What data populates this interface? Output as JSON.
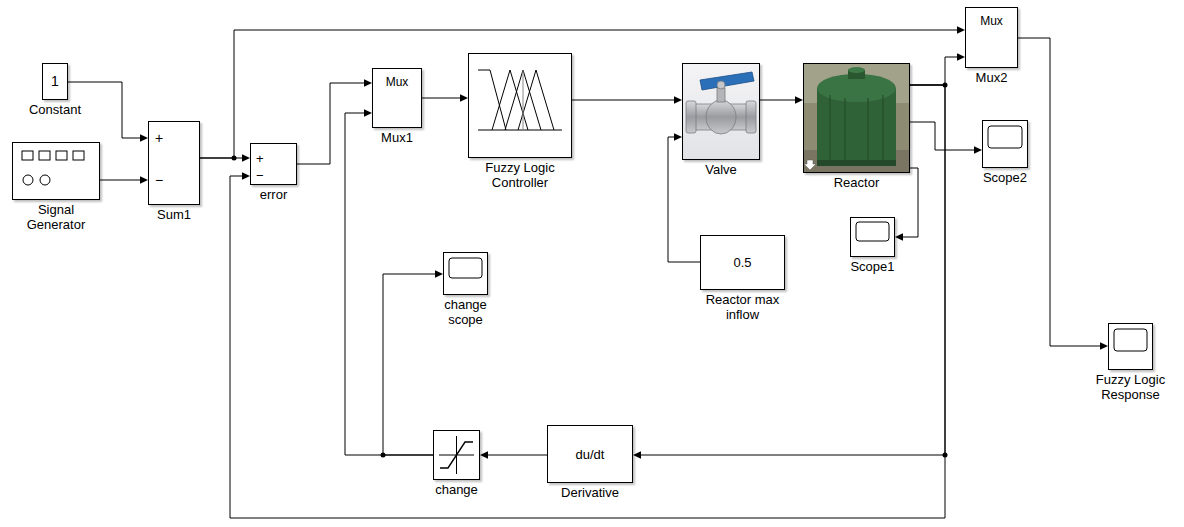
{
  "diagram": {
    "nodes": [
      {
        "text": [
          "1",
          "Constant"
        ]
      },
      {
        "text": [
          "Signal Generator"
        ]
      },
      {
        "text": [
          "+",
          "−",
          "Sum1"
        ]
      },
      {
        "text": [
          "+",
          "−",
          "error"
        ]
      },
      {
        "text": [
          "Mux",
          "Mux1"
        ]
      },
      {
        "text": [
          "Fuzzy Logic Controller"
        ]
      },
      {
        "text": [
          "Valve"
        ]
      },
      {
        "text": [
          "Reactor"
        ]
      },
      {
        "text": [
          "Mux",
          "Mux2"
        ]
      },
      {
        "text": [
          "Scope2"
        ]
      },
      {
        "text": [
          "Scope1"
        ]
      },
      {
        "text": [
          "0.5",
          "Reactor max inflow"
        ]
      },
      {
        "text": [
          "change scope"
        ]
      },
      {
        "text": [
          "change"
        ]
      },
      {
        "text": [
          "du/dt",
          "Derivative"
        ]
      },
      {
        "text": [
          "Fuzzy Logic Response"
        ]
      }
    ],
    "edges": [
      {
        "from": 0,
        "to": 2,
        "arrow": "to"
      },
      {
        "from": 1,
        "to": 2,
        "arrow": "to"
      },
      {
        "from": 2,
        "to": 3,
        "arrow": "to"
      },
      {
        "from": 2,
        "to": 8,
        "arrow": "to"
      },
      {
        "from": 3,
        "to": 4,
        "arrow": "to"
      },
      {
        "from": 4,
        "to": 5,
        "arrow": "to"
      },
      {
        "from": 5,
        "to": 6,
        "arrow": "to"
      },
      {
        "from": 11,
        "to": 6,
        "arrow": "to"
      },
      {
        "from": 6,
        "to": 7,
        "arrow": "to"
      },
      {
        "from": 7,
        "to": 8,
        "arrow": "to"
      },
      {
        "from": 7,
        "to": 9,
        "arrow": "to"
      },
      {
        "from": 7,
        "to": 10,
        "arrow": "to"
      },
      {
        "from": 7,
        "to": 14,
        "arrow": "to"
      },
      {
        "from": 7,
        "to": 3,
        "arrow": "to"
      },
      {
        "from": 14,
        "to": 13,
        "arrow": "to"
      },
      {
        "from": 13,
        "to": 12,
        "arrow": "to"
      },
      {
        "from": 13,
        "to": 4,
        "arrow": "to"
      },
      {
        "from": 8,
        "to": 15,
        "arrow": "to"
      }
    ]
  }
}
